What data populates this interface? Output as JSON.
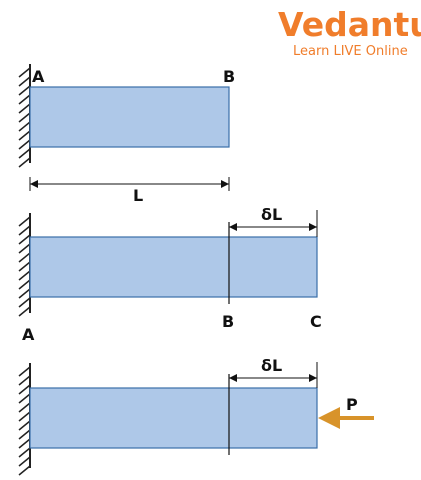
{
  "logo": {
    "name": "Vedantu",
    "tagline": "Learn LIVE Online",
    "color": "#f07d2b"
  },
  "colors": {
    "bar_fill": "#aec8e8",
    "bar_stroke": "#3a6fa8",
    "wall": "#222222",
    "arrow": "#d8932a"
  },
  "panel1": {
    "label_left": "A",
    "label_right": "B",
    "dimension": "L"
  },
  "panel2": {
    "label_left": "A",
    "label_mid": "B",
    "label_right": "C",
    "dimension": "δL"
  },
  "panel3": {
    "dimension": "δL",
    "force": "P"
  }
}
